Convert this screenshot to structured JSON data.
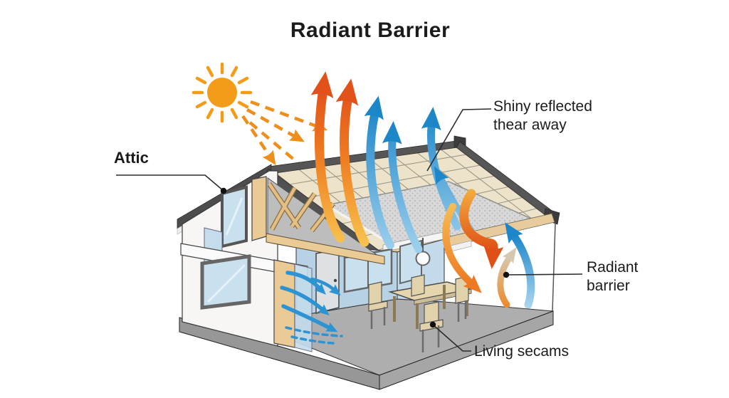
{
  "title": "Radiant Barrier",
  "labels": {
    "attic": "Attic",
    "shiny": {
      "line1": "Shiny reflected",
      "line2": "thear away"
    },
    "radiant": {
      "line1": "Radiant",
      "line2": "barrier"
    },
    "living": "Living secams"
  },
  "colors": {
    "sun": "#F39C1A",
    "heat_orange": "#E8611C",
    "cool_blue": "#2189CC",
    "roof_tile": "#ECE3CA",
    "roof_edge": "#4F4F4F",
    "barrier_sheet": "#D8D8D8",
    "wall_blue": "#B7D2E5",
    "glass": "#C9E0EF",
    "wood": "#EACB96",
    "floor": "#AEAEAE",
    "leader_line": "#2B2B2B",
    "background": "#FFFFFF"
  }
}
